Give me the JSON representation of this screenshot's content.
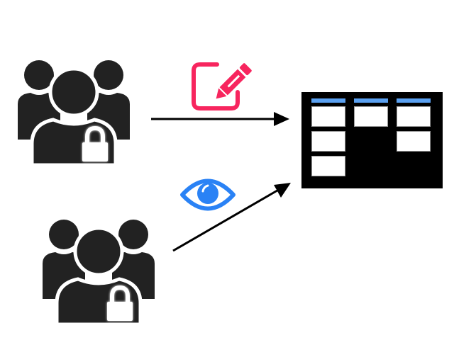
{
  "colors": {
    "group_icon": "#222222",
    "lock": "#ffffff",
    "edit_icon": "#f7255e",
    "view_icon": "#2a82f5",
    "arrow": "#000000",
    "board_bg": "#000000",
    "board_header": "#5aa0f0",
    "card": "#ffffff"
  },
  "groups": [
    {
      "icon": "locked-user-group-icon",
      "permission_icon": "edit-icon"
    },
    {
      "icon": "locked-user-group-icon",
      "permission_icon": "eye-icon"
    }
  ],
  "board": {
    "icon": "kanban-board",
    "columns": [
      {
        "cards": 3
      },
      {
        "cards": 1
      },
      {
        "cards": 2
      }
    ]
  }
}
